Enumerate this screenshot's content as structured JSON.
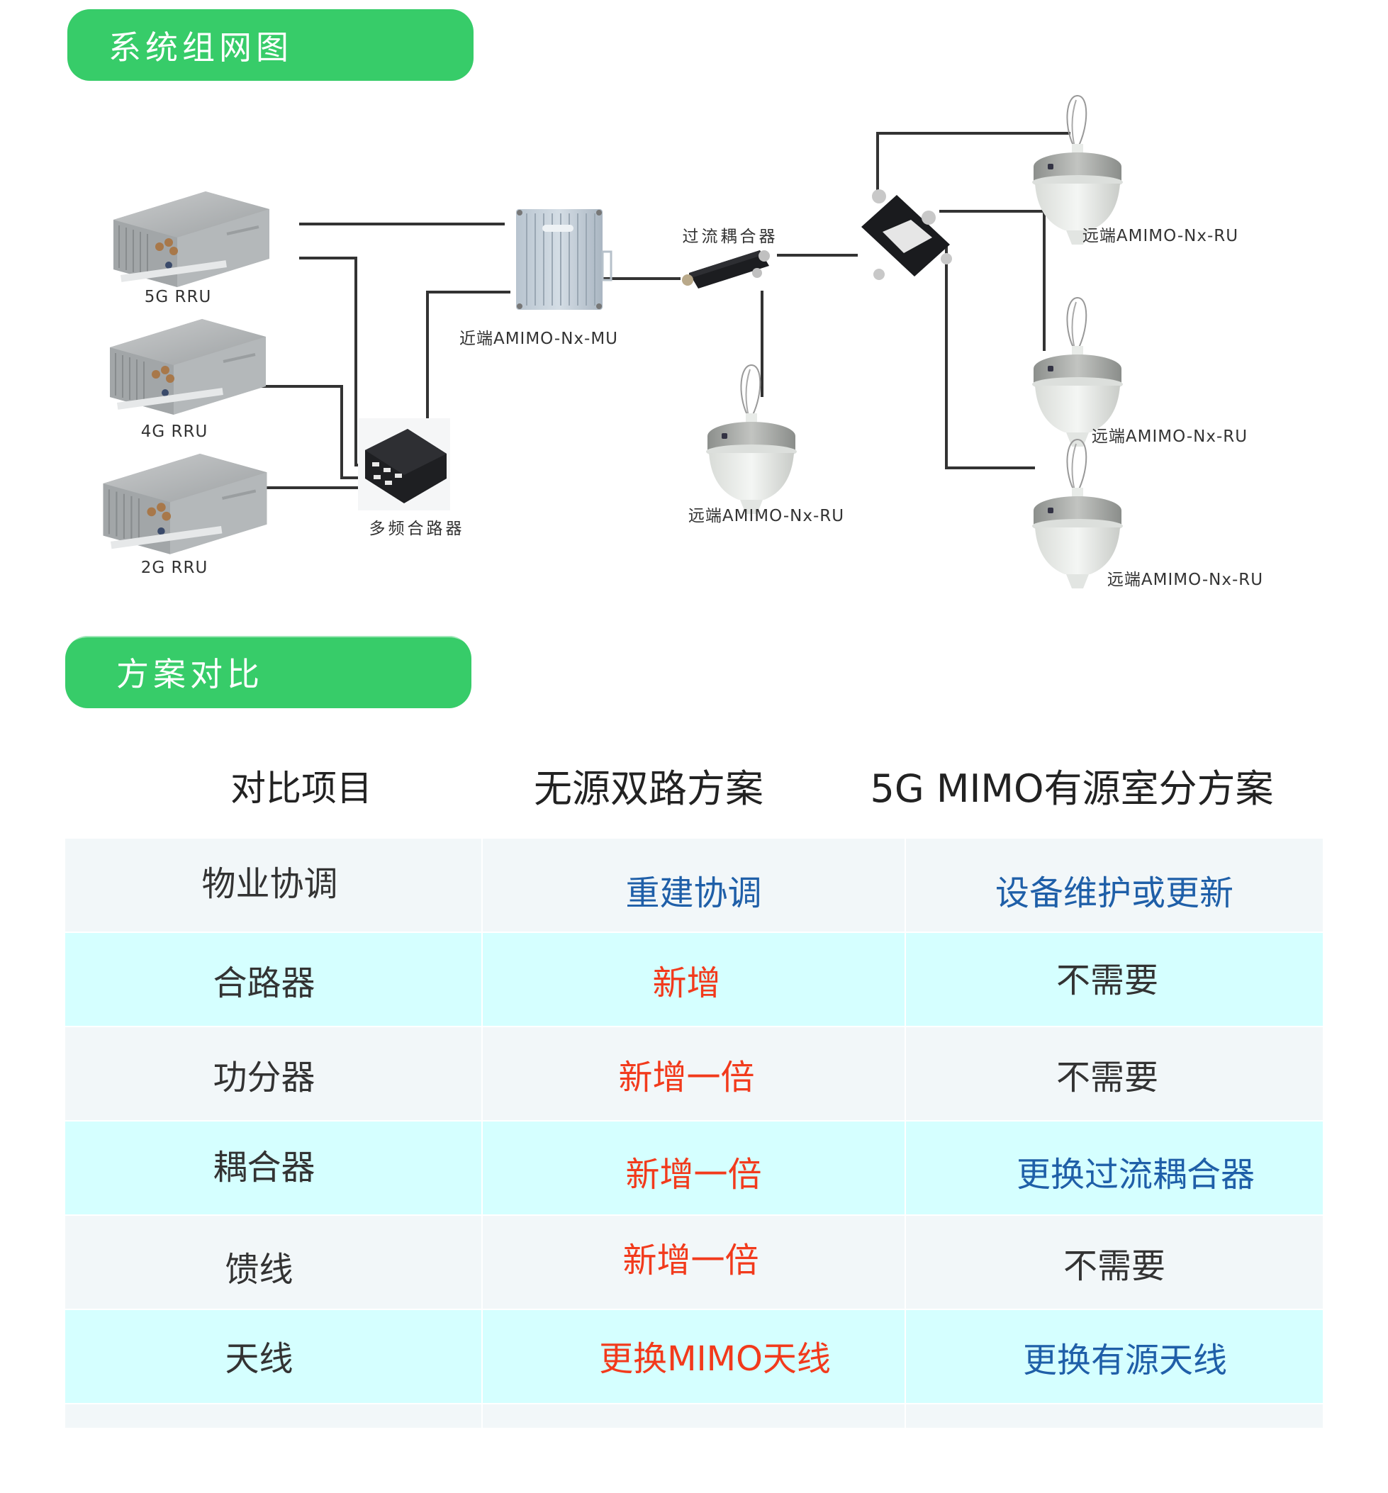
{
  "sections": {
    "network_title": "系统组网图",
    "compare_title": "方案对比"
  },
  "diagram": {
    "nodes": {
      "rru_5g": "5G RRU",
      "rru_4g": "4G RRU",
      "rru_2g": "2G RRU",
      "combiner": "多频合路器",
      "mu": "近端AMIMO-Nx-MU",
      "coupler": "过流耦合器",
      "ru_middle": "远端AMIMO-Nx-RU",
      "ru_top": "远端AMIMO-Nx-RU",
      "ru_mid_right": "远端AMIMO-Nx-RU",
      "ru_bottom": "远端AMIMO-Nx-RU"
    },
    "connections": [
      [
        "rru_5g",
        "mu"
      ],
      [
        "rru_5g",
        "combiner"
      ],
      [
        "rru_4g",
        "combiner"
      ],
      [
        "rru_2g",
        "combiner"
      ],
      [
        "combiner",
        "mu"
      ],
      [
        "mu",
        "coupler"
      ],
      [
        "coupler",
        "ru_middle"
      ],
      [
        "coupler",
        "splitter"
      ],
      [
        "splitter",
        "ru_top"
      ],
      [
        "splitter",
        "ru_mid_right"
      ],
      [
        "splitter",
        "ru_bottom"
      ]
    ]
  },
  "table": {
    "headers": [
      "对比项目",
      "无源双路方案",
      "5G MIMO有源室分方案"
    ],
    "rows": [
      {
        "item": "物业协调",
        "passive": "重建协调",
        "passive_color": "blue",
        "active": "设备维护或更新",
        "active_color": "blue"
      },
      {
        "item": "合路器",
        "passive": "新增",
        "passive_color": "red",
        "active": "不需要",
        "active_color": "dark"
      },
      {
        "item": "功分器",
        "passive": "新增一倍",
        "passive_color": "red",
        "active": "不需要",
        "active_color": "dark"
      },
      {
        "item": "耦合器",
        "passive": "新增一倍",
        "passive_color": "red",
        "active": "更换过流耦合器",
        "active_color": "blue"
      },
      {
        "item": "馈线",
        "passive": "新增一倍",
        "passive_color": "red",
        "active": "不需要",
        "active_color": "dark"
      },
      {
        "item": "天线",
        "passive": "更换MIMO天线",
        "passive_color": "red",
        "active": "更换有源天线",
        "active_color": "blue"
      }
    ]
  },
  "colors": {
    "accent_green": "#37cc69",
    "row_light": "#f2f7f9",
    "row_cyan": "#d5ffff",
    "text_red": "#f23a1c",
    "text_blue": "#1f5fa8",
    "text_dark": "#333333"
  }
}
